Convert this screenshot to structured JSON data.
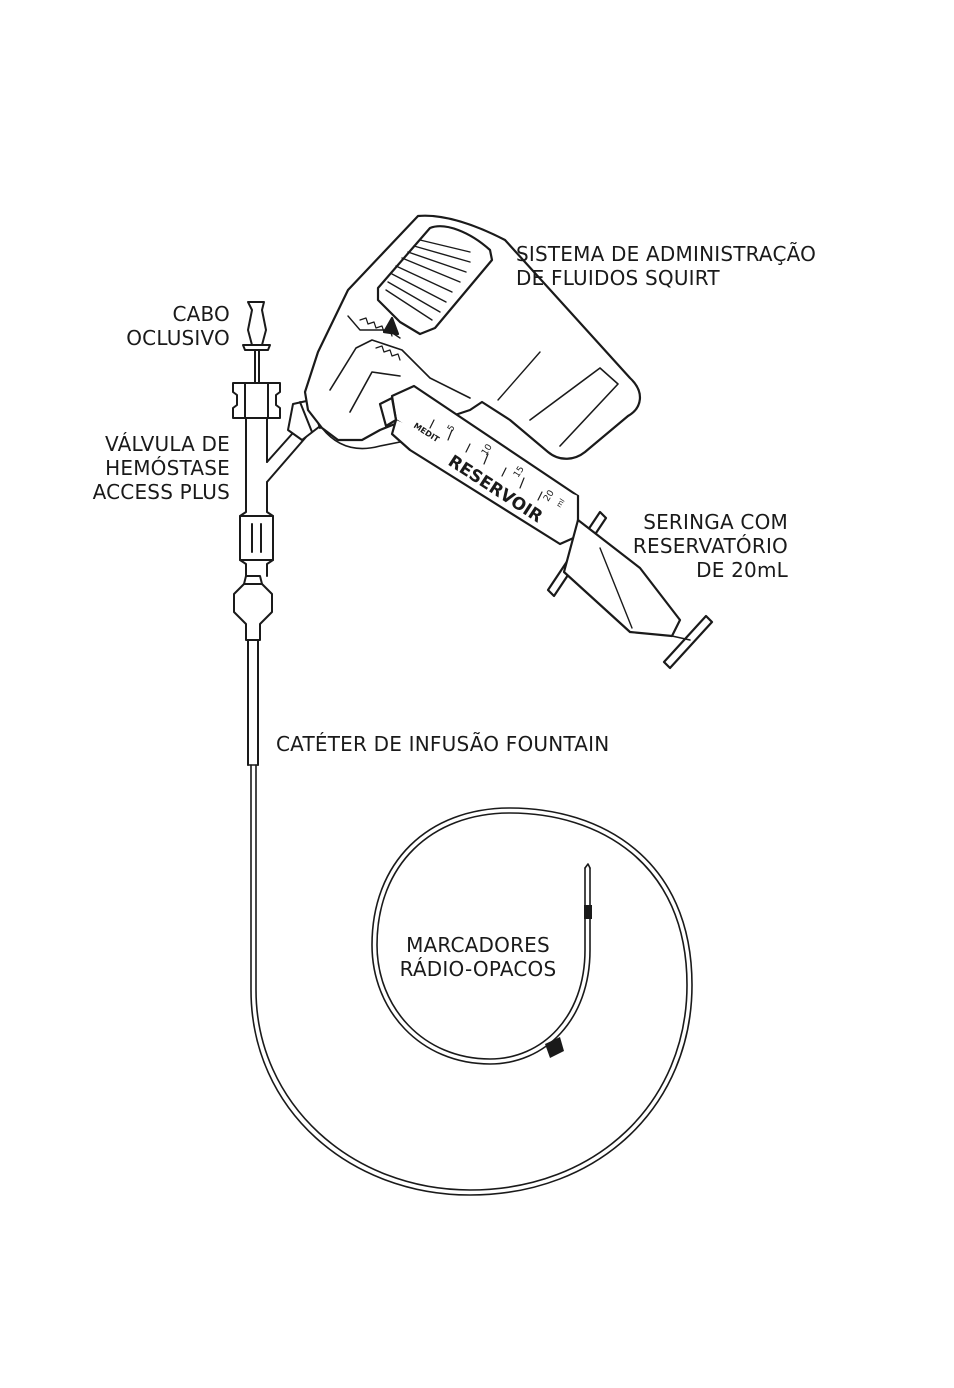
{
  "labels": {
    "squirt": [
      "SISTEMA DE ADMINISTRAÇÃO",
      "DE FLUIDOS SQUIRT"
    ],
    "cabo": [
      "CABO",
      "OCLUSIVO"
    ],
    "valvula": [
      "VÁLVULA DE",
      "HEMÓSTASE",
      "ACCESS PLUS"
    ],
    "seringa": [
      "SERINGA COM",
      "RESERVATÓRIO",
      "DE 20mL"
    ],
    "cateter": "CATÉTER DE INFUSÃO FOUNTAIN",
    "marcadores": [
      "MARCADORES",
      "RÁDIO-OPACOS"
    ]
  },
  "syringe": {
    "brand": "RESERVOIR",
    "scale_marks": [
      "5",
      "10",
      "15",
      "20"
    ],
    "unit": "ml",
    "maker": "MEDIT"
  },
  "colors": {
    "ink": "#1a1a1a",
    "background": "#ffffff"
  }
}
